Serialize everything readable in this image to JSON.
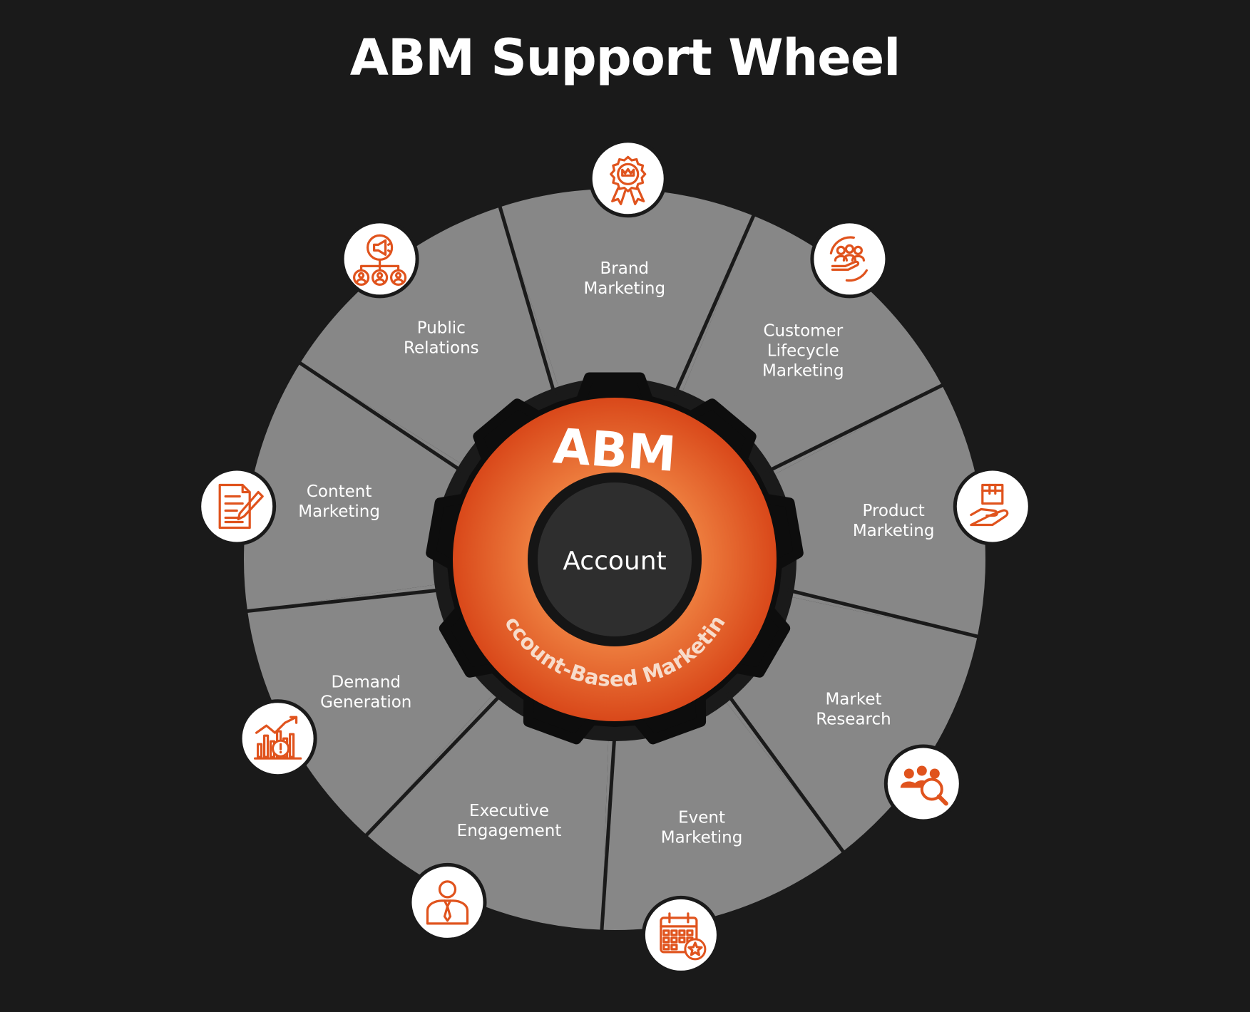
{
  "title": "ABM Support Wheel",
  "hub": {
    "ring_title": "ABM",
    "center_label": "Account",
    "arc_text": "Account-Based Marketing"
  },
  "segments": [
    {
      "lines": [
        "Customer",
        "Lifecycle",
        "Marketing"
      ],
      "icon": "customer-lifecycle-icon"
    },
    {
      "lines": [
        "Product",
        "Marketing"
      ],
      "icon": "product-box-hand-icon"
    },
    {
      "lines": [
        "Market",
        "Research"
      ],
      "icon": "market-research-icon"
    },
    {
      "lines": [
        "Event",
        "Marketing"
      ],
      "icon": "event-calendar-icon"
    },
    {
      "lines": [
        "Executive",
        "Engagement"
      ],
      "icon": "executive-person-icon"
    },
    {
      "lines": [
        "Demand",
        "Generation"
      ],
      "icon": "demand-chart-icon"
    },
    {
      "lines": [
        "Content",
        "Marketing"
      ],
      "icon": "content-document-icon"
    },
    {
      "lines": [
        "Public",
        "Relations"
      ],
      "icon": "public-relations-megaphone-icon"
    },
    {
      "lines": [
        "Brand",
        "Marketing"
      ],
      "icon": "brand-award-icon"
    }
  ],
  "colors": {
    "background": "#1a1a1a",
    "segment": "#878787",
    "gear": "#0d0d0d",
    "accent": "#e0531d",
    "center": "#2e2e2e"
  }
}
